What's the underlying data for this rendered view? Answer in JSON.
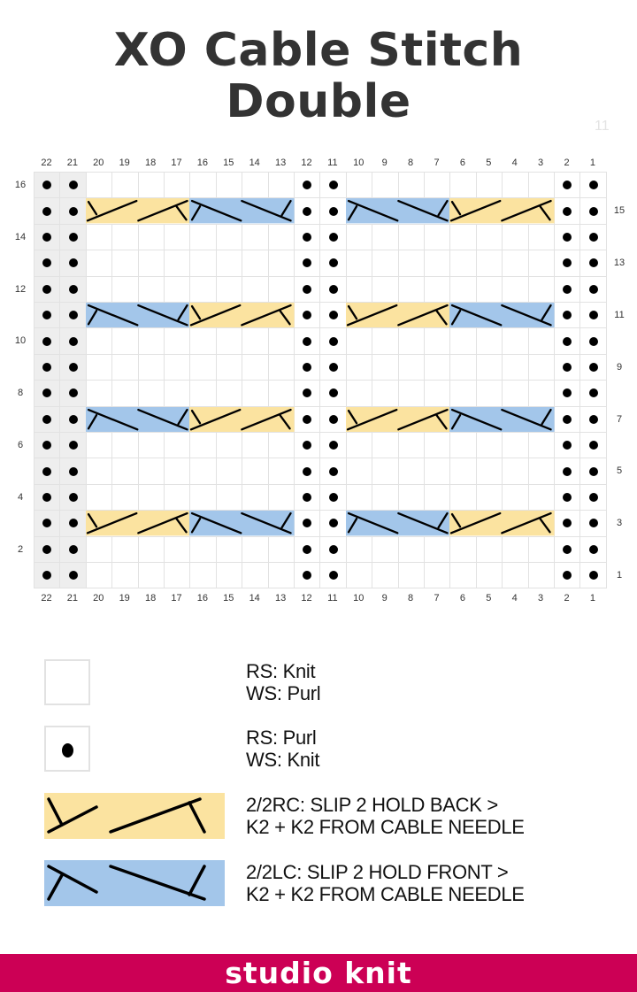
{
  "title": {
    "line1": "XO Cable Stitch",
    "line2": "Double"
  },
  "watermark": "11",
  "colors": {
    "rc_cable": "#fbe3a0",
    "lc_cable": "#a3c6ea",
    "purl_bg": "#eeeeee",
    "grid_line": "#e2e2e2",
    "brand": "#cc0055"
  },
  "chart": {
    "columns": 22,
    "rows": 16,
    "column_numbers": [
      "22",
      "21",
      "20",
      "19",
      "18",
      "17",
      "16",
      "15",
      "14",
      "13",
      "12",
      "11",
      "10",
      "9",
      "8",
      "7",
      "6",
      "5",
      "4",
      "3",
      "2",
      "1"
    ],
    "left_row_numbers": [
      "16",
      "14",
      "12",
      "10",
      "8",
      "6",
      "4",
      "2"
    ],
    "right_row_numbers": [
      "15",
      "13",
      "11",
      "9",
      "7",
      "5",
      "3",
      "1"
    ],
    "purl_columns": [
      22,
      21,
      12,
      11,
      2,
      1
    ],
    "cable_rows": [
      {
        "row": 15,
        "cables": [
          "RC",
          "LC",
          "LC",
          "RC"
        ]
      },
      {
        "row": 11,
        "cables": [
          "LC",
          "RC",
          "RC",
          "LC"
        ]
      },
      {
        "row": 7,
        "cables": [
          "LC",
          "RC",
          "RC",
          "LC"
        ]
      },
      {
        "row": 3,
        "cables": [
          "RC",
          "LC",
          "LC",
          "RC"
        ]
      }
    ]
  },
  "legend": [
    {
      "symbol": "blank-square",
      "line1": "RS: Knit",
      "line2": "WS: Purl"
    },
    {
      "symbol": "dot-square",
      "line1": "RS: Purl",
      "line2": "WS: Knit"
    },
    {
      "symbol": "2/2RC",
      "line1": "2/2RC: SLIP 2 HOLD BACK >",
      "line2": "K2 + K2 FROM CABLE NEEDLE"
    },
    {
      "symbol": "2/2LC",
      "line1": "2/2LC: SLIP 2 HOLD FRONT >",
      "line2": "K2 + K2 FROM CABLE NEEDLE"
    }
  ],
  "footer": {
    "brand": "studio knit"
  }
}
